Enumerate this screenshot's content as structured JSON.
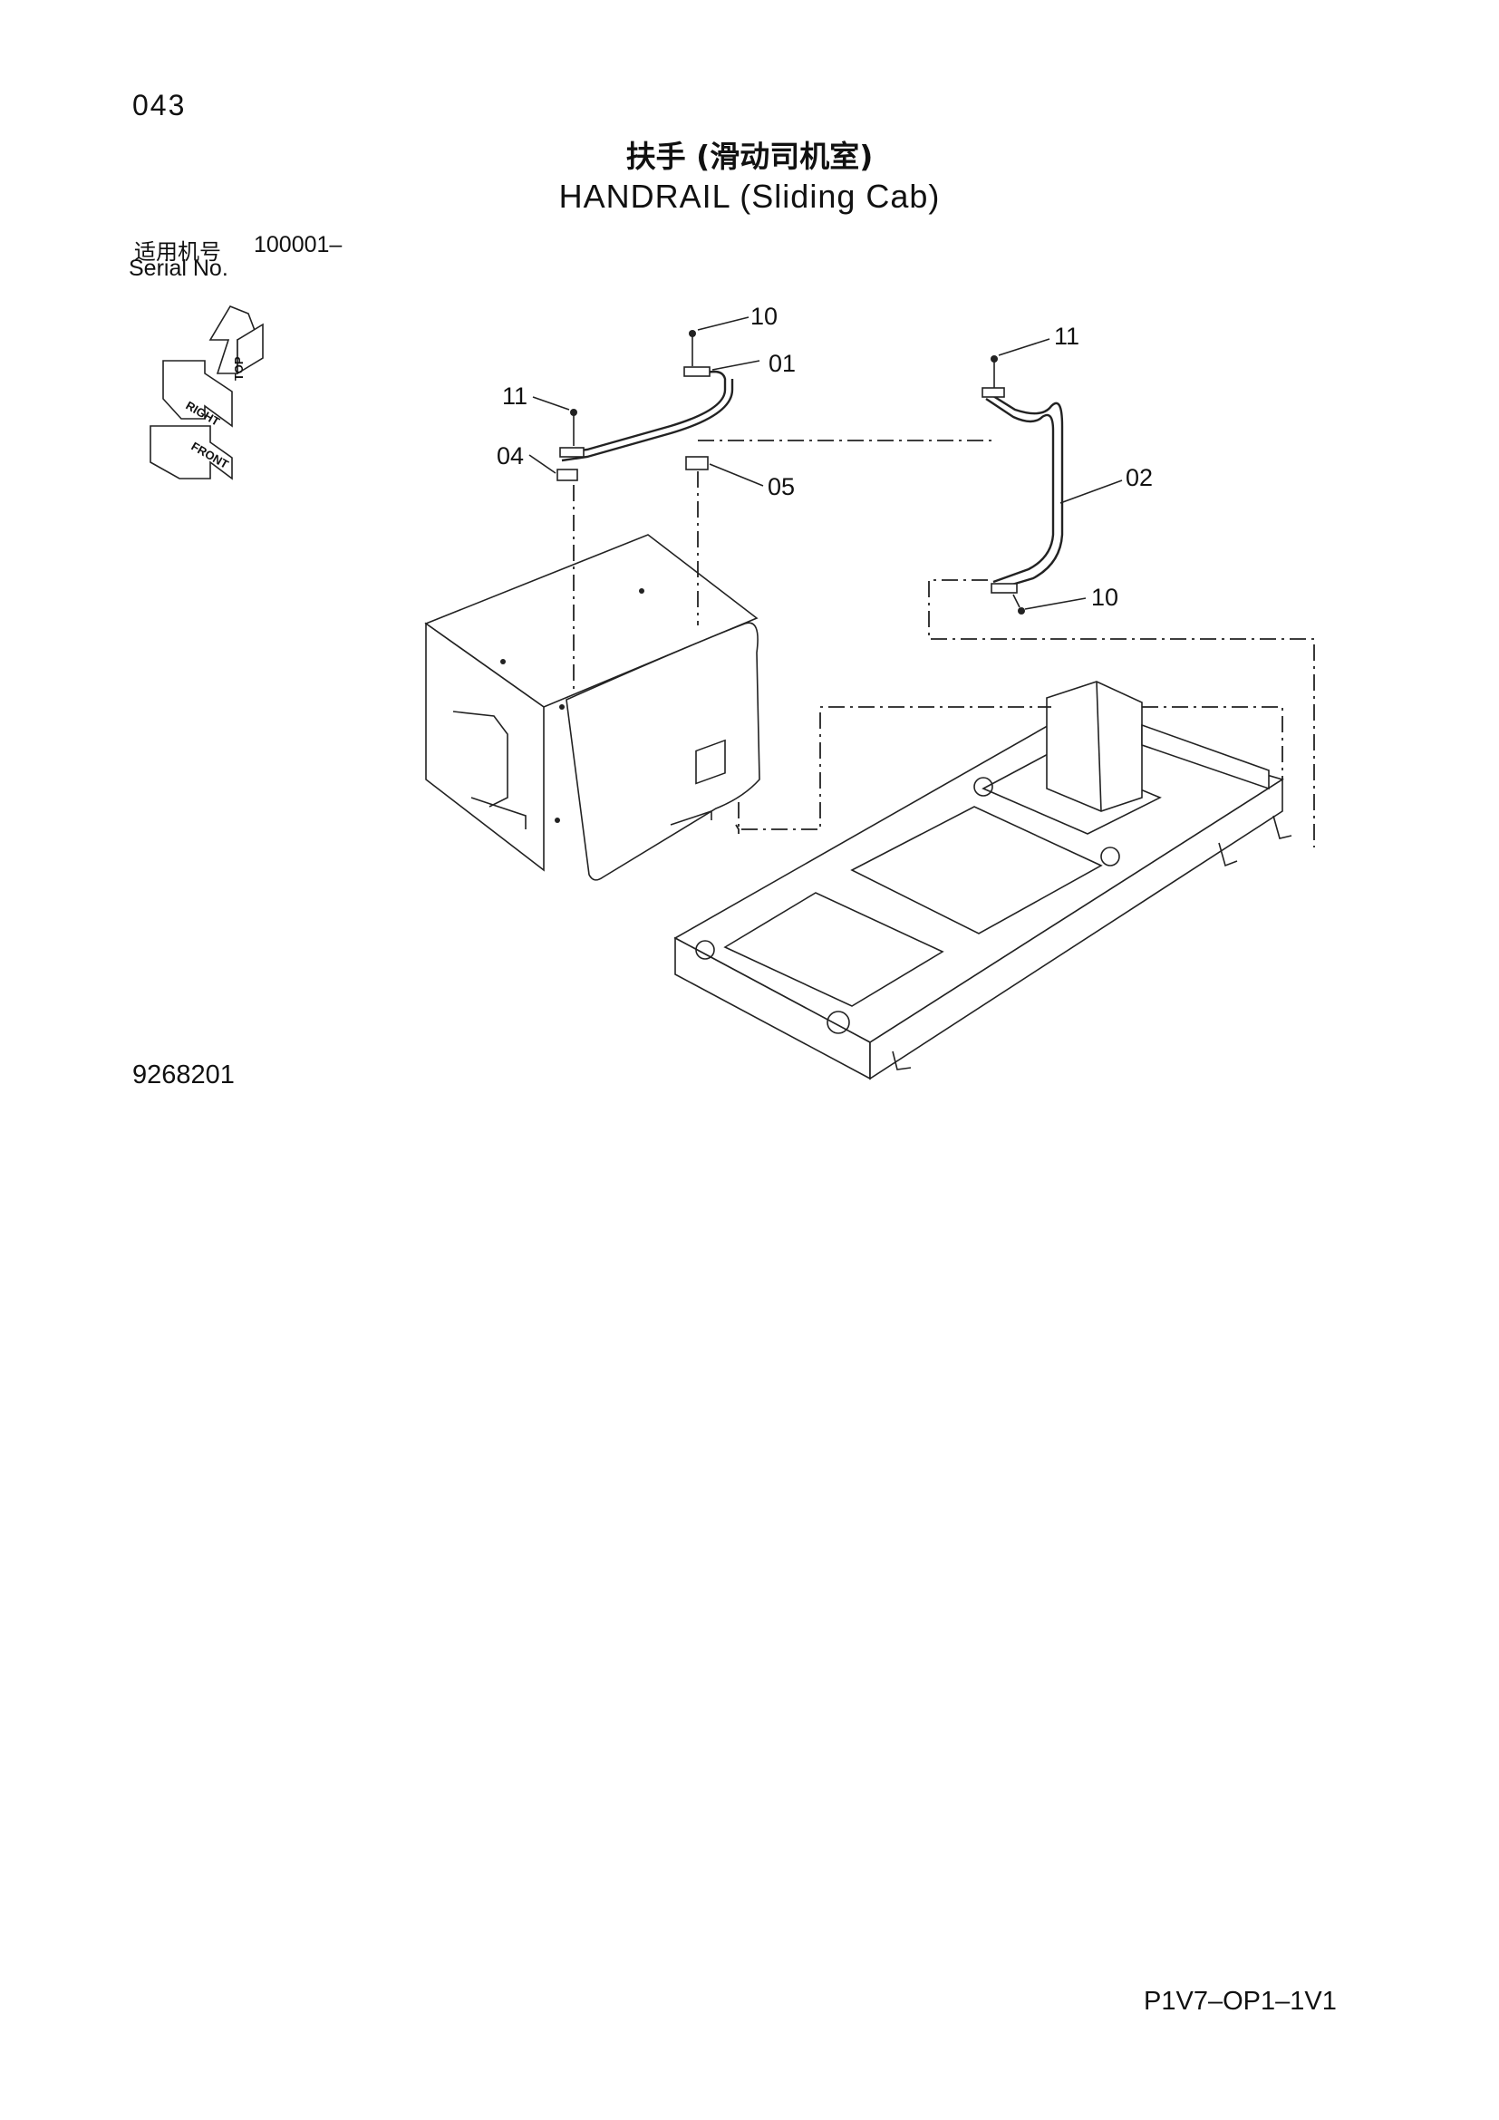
{
  "header": {
    "page_number": "043",
    "title_cn": "扶手 (滑动司机室)",
    "title_en": "HANDRAIL (Sliding Cab)"
  },
  "serial": {
    "label_cn": "适用机号",
    "value": "100001–",
    "label_en": "Serial No."
  },
  "orientation_marker": {
    "labels": [
      "TOP",
      "RIGHT",
      "FRONT"
    ]
  },
  "callouts": {
    "c10_top": "10",
    "c01": "01",
    "c11_left": "11",
    "c04": "04",
    "c05": "05",
    "c11_right": "11",
    "c02": "02",
    "c10_right": "10"
  },
  "footer": {
    "figure_number": "9268201",
    "doc_code": "P1V7–OP1–1V1"
  }
}
